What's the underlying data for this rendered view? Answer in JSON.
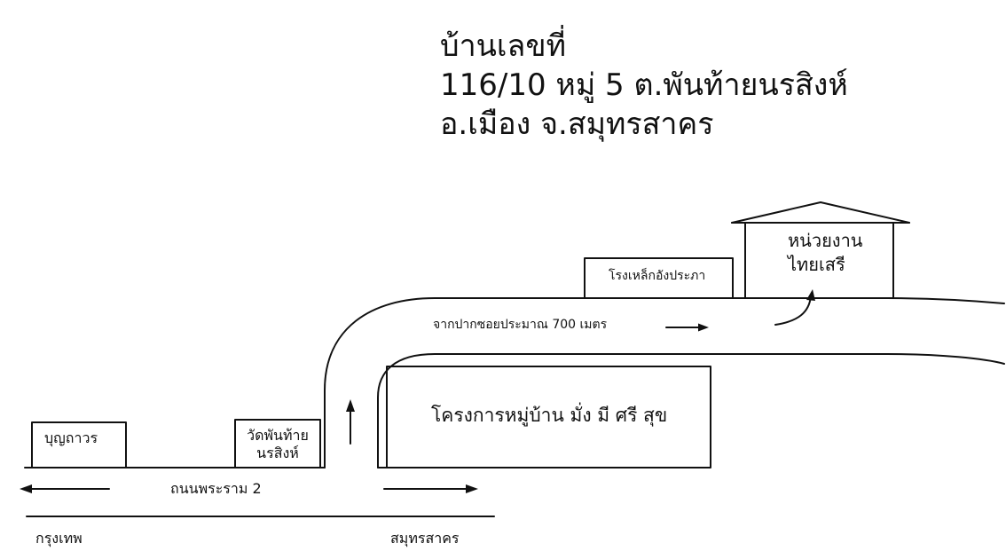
{
  "address": {
    "line1": "บ้านเลขที่",
    "line2": "116/10 หมู่  5 ต.พันท้ายนรสิงห์",
    "line3": "อ.เมือง จ.สมุทรสาคร"
  },
  "places": {
    "boonthawon": "บุญถาวร",
    "wat_line1": "วัดพันท้าย",
    "wat_line2": "นรสิงห์",
    "village_project": "โครงการหมู่บ้าน มั่ง มี ศรี สุข",
    "steel_factory": "โรงเหล็กอังประภา",
    "destination_line1": "หน่วยงาน",
    "destination_line2": "ไทยเสรี"
  },
  "roads": {
    "main_road": "ถนนพระราม 2",
    "soi_distance": "จากปากซอยประมาณ 700 เมตร"
  },
  "directions": {
    "left": "กรุงเทพ",
    "right": "สมุทรสาคร"
  }
}
